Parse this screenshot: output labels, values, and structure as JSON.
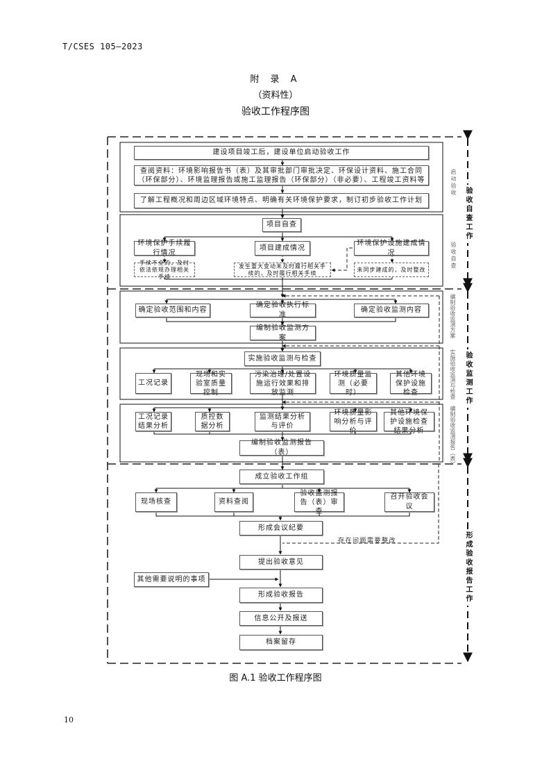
{
  "header": {
    "doc_id": "T/CSES 105—2023"
  },
  "title": {
    "appendix": "附 录 A",
    "nature": "（资料性）",
    "name": "验收工作程序图"
  },
  "phases": [
    {
      "label": "验收自查工作"
    },
    {
      "label": "验收监测工作"
    },
    {
      "label": "形成验收报告工作"
    }
  ],
  "side_labels": {
    "start": "启动验收",
    "self_check": "验收自查",
    "plan": "编制验收监测方案",
    "implement": "实施验收监测与检查",
    "report": "编制验收监测报告（表）"
  },
  "stage1": {
    "start": "建设项目竣工后，建设单位启动验收工作",
    "review": "查阅资料：环境影响报告书（表）及其审批部门审批决定、环保设计资料、施工合同（环保部分）、环境监理报告或施工监理报告（环保部分）（非必要）、工程竣工资料等",
    "understand": "了解工程概况和周边区域环境特点、明确有关环境保护要求，制订初步验收工作计划"
  },
  "stage2": {
    "self_check": "项目自查",
    "branches": [
      {
        "title": "环境保护手续履行情况",
        "remedy": "手续不全的，及时依法依规办理相关手续"
      },
      {
        "title": "项目建成情况",
        "remedy": "发生重大变动未及时履行相关手续的，及时履行相关手续"
      },
      {
        "title": "环境保护设施建成情况",
        "remedy": "未同步建成的，及时整改"
      }
    ]
  },
  "stage3": {
    "items": [
      "确定验收范围和内容",
      "确定验收执行标准",
      "确定验收监测内容"
    ],
    "plan": "编制验收监测方案"
  },
  "stage4": {
    "implement": "实施验收监测与检查",
    "items": [
      "工况记录",
      "现场和实验室质量控制",
      "污染治理/处置设施运行效果和排放监测",
      "环境质量监测（必要时）",
      "其他环境保护设施检查"
    ]
  },
  "stage5": {
    "items": [
      "工况记录结果分析",
      "质控数据分析",
      "监测结果分析与评价",
      "环境质量影响分析与评价",
      "其他环境保护设施检查结果分析"
    ],
    "report": "编制验收监测报告（表）"
  },
  "stage6": {
    "group": "成立验收工作组",
    "items": [
      "现场核查",
      "资料查阅",
      "验收监测报告（表）审查",
      "召开验收会议"
    ],
    "minutes": "形成会议纪要",
    "rectify_note": "存在问题需要整改",
    "opinion": "提出验收意见",
    "other_matters": "其他需要说明的事项",
    "final_report": "形成验收报告",
    "disclose": "信息公开及报送",
    "archive": "档案留存"
  },
  "caption": "图 A.1   验收工作程序图",
  "page_number": "10"
}
